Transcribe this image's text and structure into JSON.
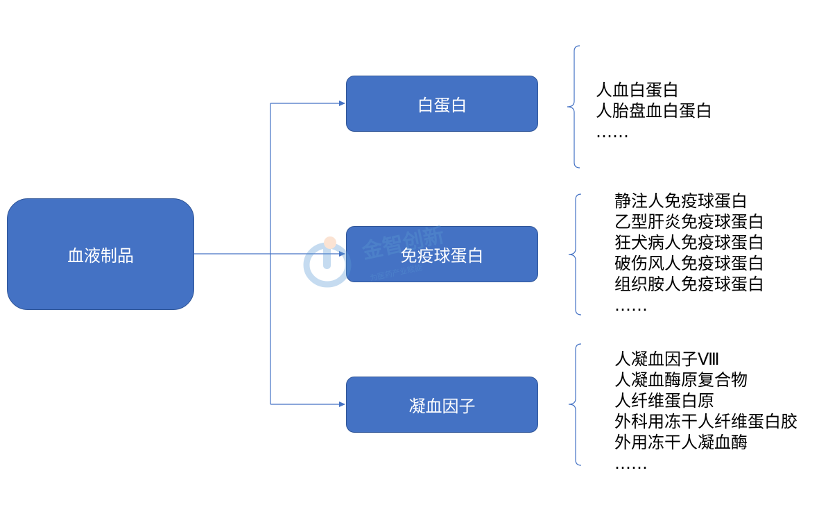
{
  "root": {
    "label": "血液制品"
  },
  "categories": [
    {
      "label": "白蛋白",
      "items": [
        "人血白蛋白",
        "人胎盘血白蛋白",
        "……"
      ]
    },
    {
      "label": "免疫球蛋白",
      "items": [
        "静注人免疫球蛋白",
        "乙型肝炎免疫球蛋白",
        "狂犬病人免疫球蛋白",
        "破伤风人免疫球蛋白",
        "组织胺人免疫球蛋白",
        "……"
      ]
    },
    {
      "label": "凝血因子",
      "items": [
        "人凝血因子Ⅷ",
        "人凝血酶原复合物",
        "人纤维蛋白原",
        "外科用冻干人纤维蛋白胶",
        "外用冻干人凝血酶",
        "……"
      ]
    }
  ],
  "watermark": {
    "text": "金智创新",
    "subtext": "为医药产业赋能"
  },
  "colors": {
    "box_fill": "#4472c4",
    "box_border": "#2f5597",
    "connector": "#4472c4",
    "bracket": "#4472c4"
  }
}
